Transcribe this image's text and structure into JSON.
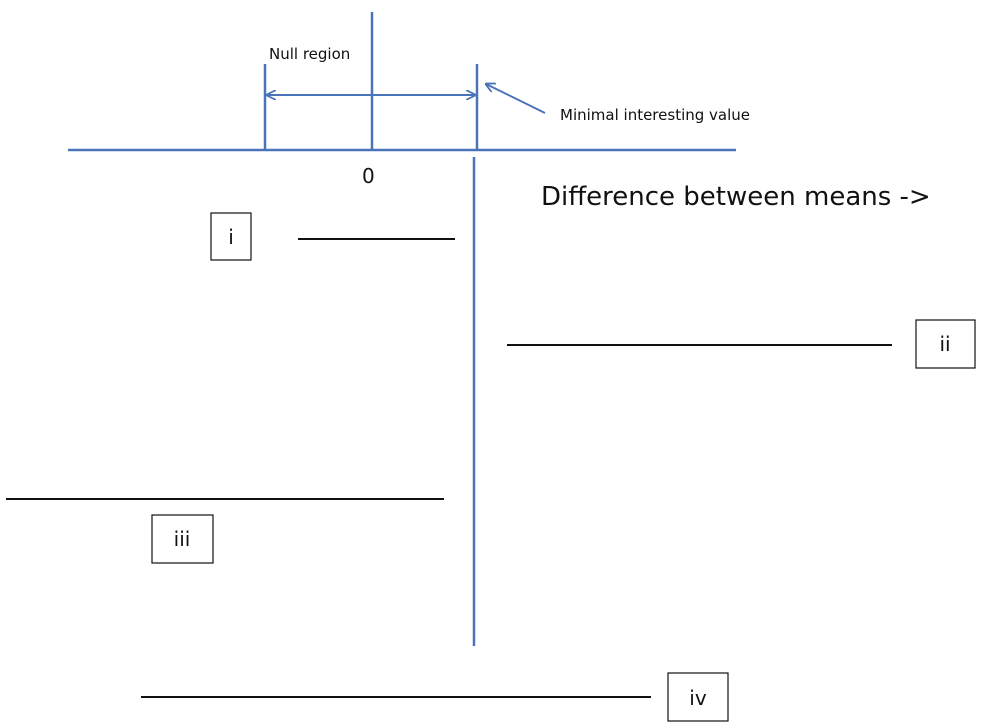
{
  "labels": {
    "null_region": "Null region",
    "minimal_interesting_value": "Minimal interesting value",
    "zero": "0",
    "x_axis": "Difference between means ->"
  },
  "intervals": [
    {
      "id": "i",
      "label": "i"
    },
    {
      "id": "ii",
      "label": "ii"
    },
    {
      "id": "iii",
      "label": "iii"
    },
    {
      "id": "iv",
      "label": "iv"
    }
  ],
  "colors": {
    "axis": "#4a74b9",
    "interval": "#111111"
  }
}
